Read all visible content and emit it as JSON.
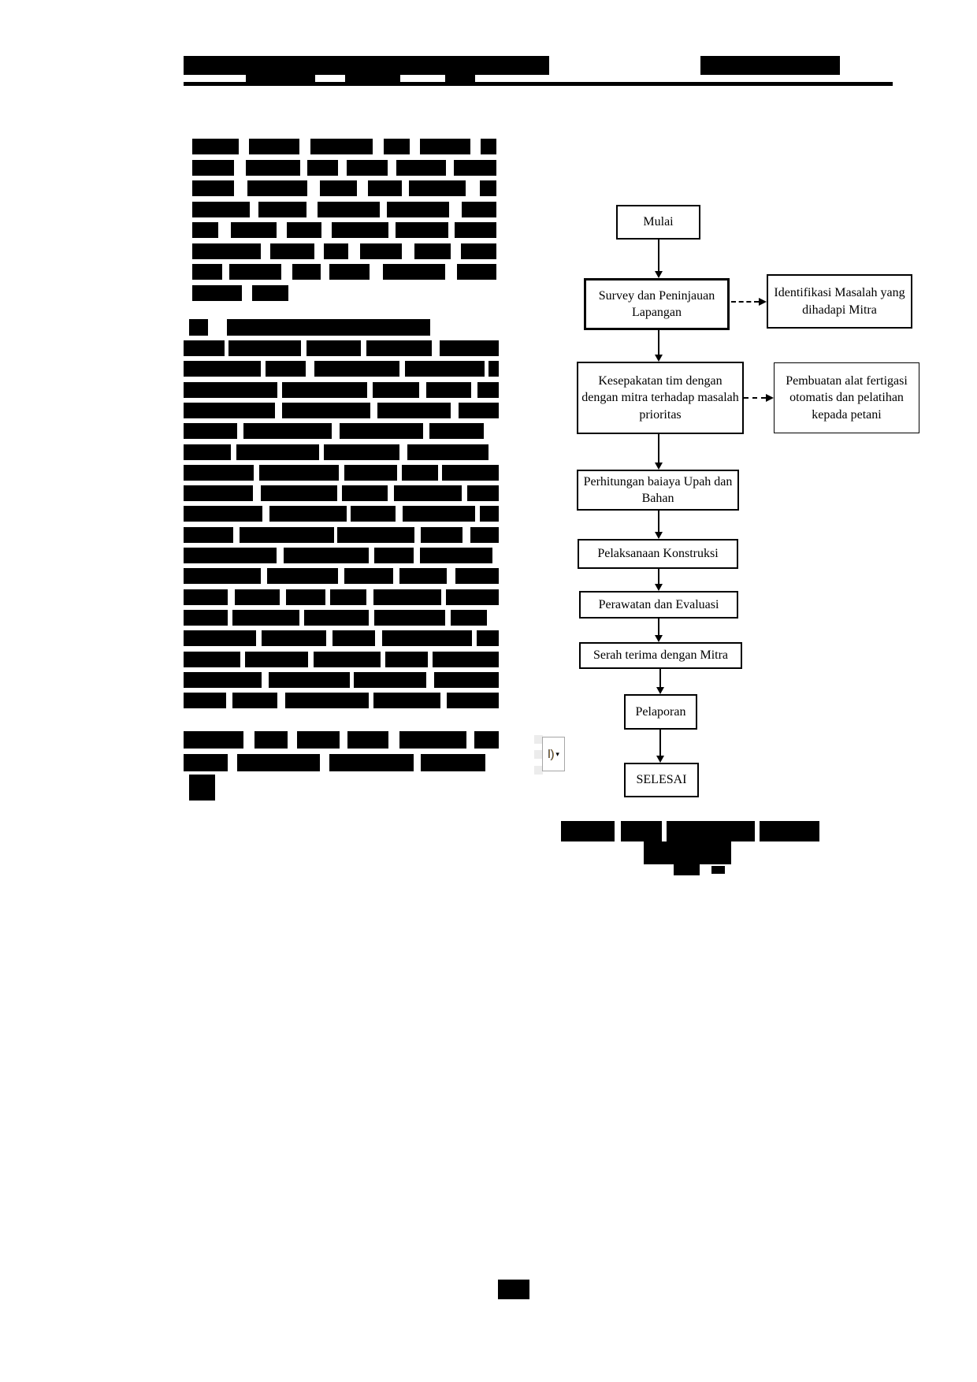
{
  "document_kind": "scanned journal paper page with redacted text and a methodology flowchart",
  "colors": {
    "ink": "#000000",
    "paper": "#ffffff",
    "artifact_border": "#a6a6a6"
  },
  "redacted_regions": [
    "journal-header-left",
    "journal-header-right",
    "left-column-paragraph-1",
    "left-column-section-heading",
    "left-column-paragraph-2",
    "left-column-paragraph-3",
    "figure-caption-line-1",
    "figure-caption-line-2",
    "page-number"
  ],
  "flowchart": {
    "nodes": [
      {
        "id": "mulai",
        "label": "Mulai"
      },
      {
        "id": "survey",
        "label": "Survey dan Peninjauan Lapangan"
      },
      {
        "id": "identifikasi",
        "label": "Identifikasi Masalah yang dihadapi Mitra"
      },
      {
        "id": "kesepakatan",
        "label": "Kesepakatan tim dengan dengan mitra terhadap masalah prioritas"
      },
      {
        "id": "pembuatan",
        "label": "Pembuatan alat fertigasi otomatis dan pelatihan kepada petani"
      },
      {
        "id": "perhitungan",
        "label": "Perhitungan baiaya Upah dan Bahan"
      },
      {
        "id": "pelaksanaan",
        "label": "Pelaksanaan Konstruksi"
      },
      {
        "id": "perawatan",
        "label": "Perawatan dan Evaluasi"
      },
      {
        "id": "serah",
        "label": "Serah terima dengan Mitra"
      },
      {
        "id": "pelaporan",
        "label": "Pelaporan"
      },
      {
        "id": "selesai",
        "label": "SELESAI"
      }
    ],
    "edges": [
      {
        "from": "mulai",
        "to": "survey",
        "style": "solid"
      },
      {
        "from": "survey",
        "to": "identifikasi",
        "style": "dashed"
      },
      {
        "from": "survey",
        "to": "kesepakatan",
        "style": "solid"
      },
      {
        "from": "kesepakatan",
        "to": "pembuatan",
        "style": "dashed"
      },
      {
        "from": "kesepakatan",
        "to": "perhitungan",
        "style": "solid"
      },
      {
        "from": "perhitungan",
        "to": "pelaksanaan",
        "style": "solid"
      },
      {
        "from": "pelaksanaan",
        "to": "perawatan",
        "style": "solid"
      },
      {
        "from": "perawatan",
        "to": "serah",
        "style": "solid"
      },
      {
        "from": "serah",
        "to": "pelaporan",
        "style": "solid"
      },
      {
        "from": "pelaporan",
        "to": "selesai",
        "style": "solid"
      }
    ]
  },
  "artifact_dropdown": {
    "glyph": "l)",
    "caret": "▾"
  }
}
